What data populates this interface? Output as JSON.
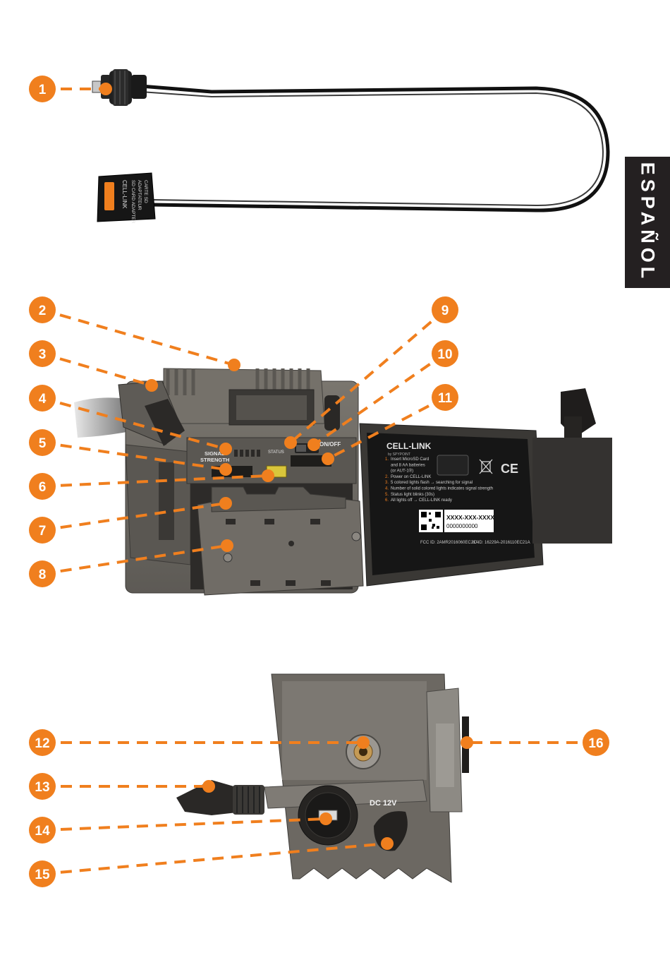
{
  "language_tab": {
    "label": "ESPAÑOL"
  },
  "colors": {
    "callout": "#f07f1e",
    "dashed_line": "#f07f1e",
    "device_body": "#6c6862",
    "device_dark": "#2d2b29",
    "tab_background": "#242021"
  },
  "sd_adapter": {
    "brand": "CELL-LINK",
    "line1": "SD CARD ADAPTER",
    "line2": "ADAPTATEUR",
    "line3": "CARTE SD"
  },
  "camera_labels": {
    "signal": "SIGNAL",
    "strength": "STRENGTH",
    "status": "STATUS",
    "on_off": "ON/OFF"
  },
  "door_panel": {
    "title": "CELL-LINK",
    "subtitle": "by SPYPOINT",
    "steps": [
      {
        "num": "1.",
        "text": "Insert MicroSD Card"
      },
      {
        "num": "",
        "text": "and 8 AA batteries"
      },
      {
        "num": "",
        "text": "(or AUT-1®)"
      },
      {
        "num": "2.",
        "text": "Power on CELL-LINK"
      },
      {
        "num": "3.",
        "text": "5 colored lights flash → searching for signal"
      },
      {
        "num": "4.",
        "text": "Number of solid colored lights indicates signal strength"
      },
      {
        "num": "5.",
        "text": "Status light blinks (30s)"
      },
      {
        "num": "6.",
        "text": "All lights off → CELL-LINK ready"
      }
    ],
    "id_line1": "XXXX-XXX-XXXX",
    "id_line2": "0000000000",
    "fcc": "FCC ID: 2AMR2016060EC21A",
    "ic": "IC ID: 16229A-2016110EC21A",
    "ce": "CE"
  },
  "bottom_view": {
    "dc_label": "DC 12V"
  },
  "callouts": [
    "1",
    "2",
    "3",
    "4",
    "5",
    "6",
    "7",
    "8",
    "9",
    "10",
    "11",
    "12",
    "13",
    "14",
    "15",
    "16"
  ]
}
